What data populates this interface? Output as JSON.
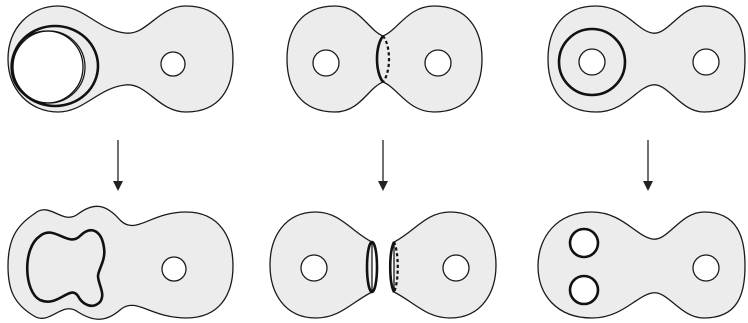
{
  "figure": {
    "description_free": true,
    "columns": [
      {
        "id": "left",
        "before": {
          "holes": 1,
          "curve": "loop-around-neck"
        },
        "after": {
          "holes": 1,
          "curve": "bounding-curve"
        }
      },
      {
        "id": "middle",
        "before": {
          "holes": 2,
          "curve": "separating-neck-curve"
        },
        "after": {
          "pieces": 2,
          "curve": "cut-boundary"
        }
      },
      {
        "id": "right",
        "before": {
          "holes": 2,
          "curve": "curve-around-hole"
        },
        "after": {
          "holes": 3,
          "curve": "split-boundaries"
        }
      }
    ],
    "colors": {
      "surface": "#ececec",
      "outline": "#1a1a1a",
      "curve": "#111111",
      "background": "#ffffff"
    }
  }
}
